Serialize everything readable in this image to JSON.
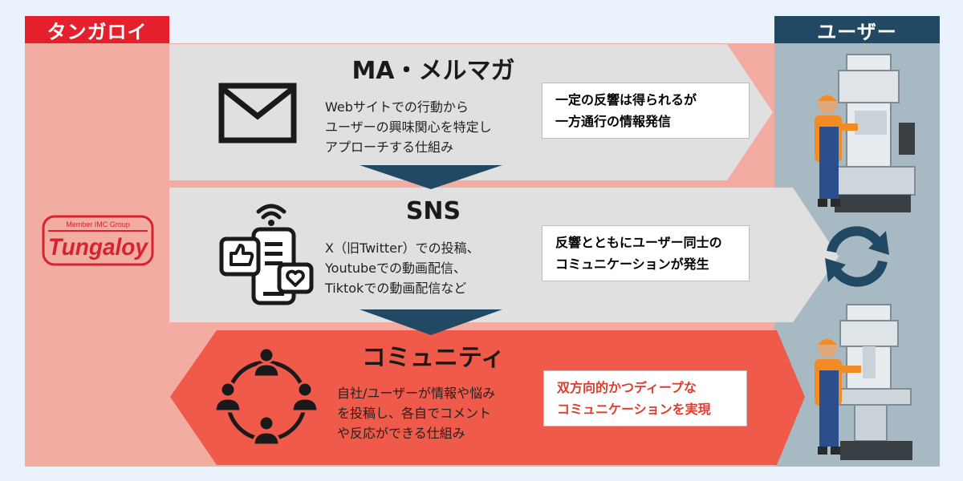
{
  "left_header": {
    "label": "タンガロイ",
    "color": "#e3202b"
  },
  "right_header": {
    "label": "ユーザー",
    "color": "#214963"
  },
  "logo": {
    "top_text": "Member IMC Group",
    "main_text": "Tungaloy",
    "color": "#d7232c"
  },
  "rows": [
    {
      "title": "MA・メルマガ",
      "icon": "envelope-icon",
      "description": [
        "Webサイトでの行動から",
        "ユーザーの興味関心を特定し",
        "アプローチする仕組み"
      ],
      "callout": [
        "一定の反響は得られるが",
        "一方通行の情報発信"
      ]
    },
    {
      "title": "SNS",
      "icon": "smartphone-social-icon",
      "description": [
        "X（旧Twitter）での投稿、",
        "Youtubeでの動画配信、",
        "Tiktokでの動画配信など"
      ],
      "callout": [
        "反響とともにユーザー同士の",
        "コミュニケーションが発生"
      ]
    },
    {
      "title": "コミュニティ",
      "icon": "community-network-icon",
      "description": [
        "自社/ユーザーが情報や悩み",
        "を投稿し、各自でコメント",
        "や反応ができる仕組み"
      ],
      "callout": [
        "双方向的かつディープな",
        "コミュニケーションを実現"
      ]
    }
  ],
  "colors": {
    "salmon": "#f2aca2",
    "gray_band": "#e0e0e0",
    "red_band": "#ef5a4a",
    "user_bg": "#a7bac4",
    "down_arrow": "#214963"
  }
}
